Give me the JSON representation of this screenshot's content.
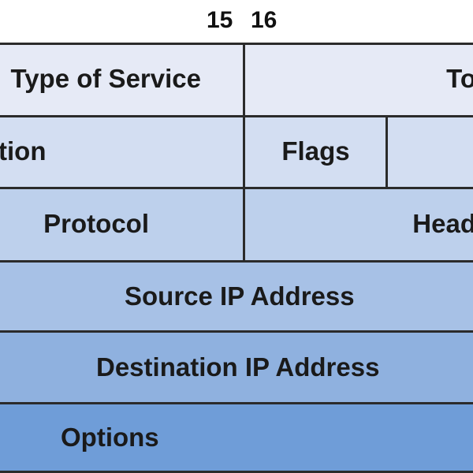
{
  "header": {
    "bit_left": "15",
    "bit_right": "16"
  },
  "rows": {
    "row1": {
      "type_of_service": "Type of Service",
      "total_length_fragment": "To"
    },
    "row2": {
      "identification_fragment": "tion",
      "flags": "Flags"
    },
    "row3": {
      "protocol": "Protocol",
      "header_checksum_fragment": "Head"
    },
    "row4": {
      "source_ip": "Source IP Address"
    },
    "row5": {
      "destination_ip": "Destination IP Address"
    },
    "row6": {
      "options": "Options"
    }
  },
  "colors": {
    "row1": "#e6eaf6",
    "row2": "#d3def2",
    "row3": "#bdd0ec",
    "row4": "#a7c1e6",
    "row5": "#8fb1df",
    "row6": "#6f9dd8",
    "border": "#2b2b2b"
  }
}
